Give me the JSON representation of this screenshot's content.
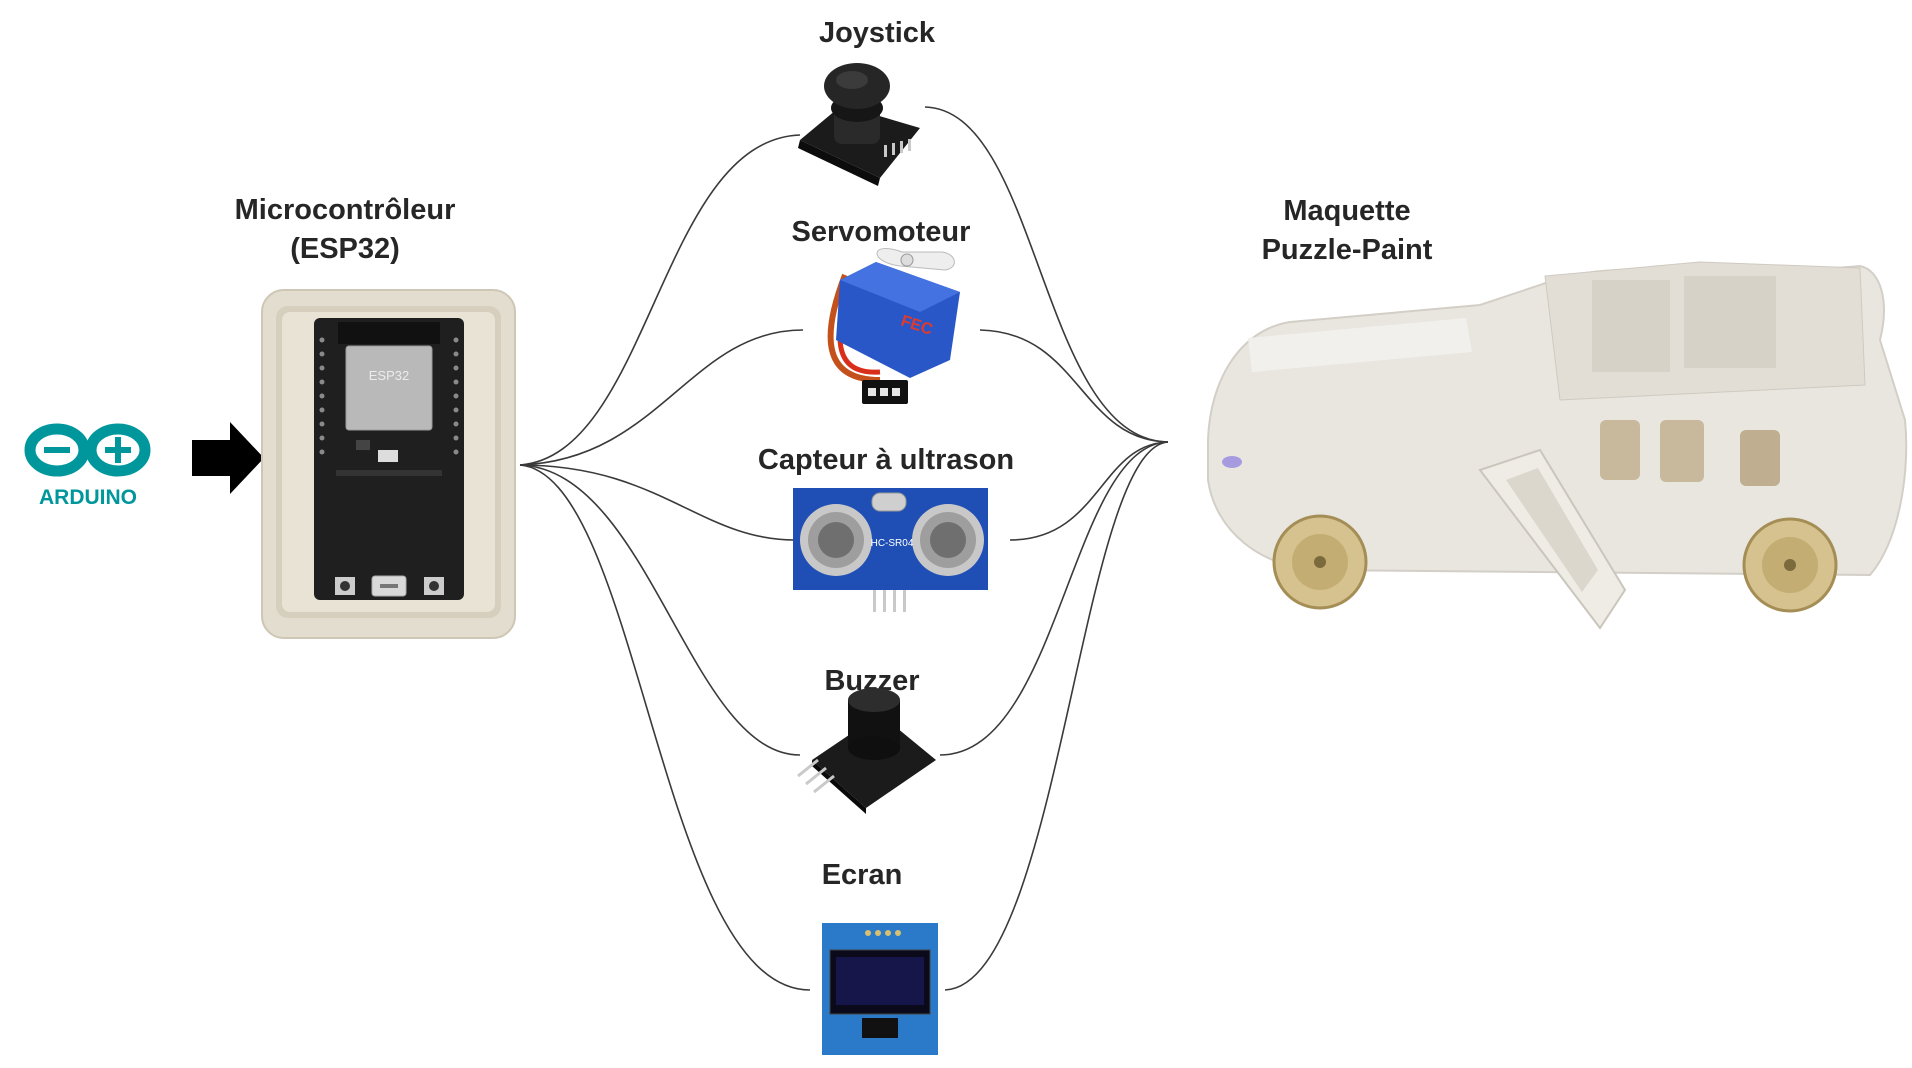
{
  "logo": {
    "brand": "ARDUINO",
    "color": "#00979C"
  },
  "arrow": {
    "icon": "arrow-right-icon"
  },
  "microcontroller": {
    "title_line1": "Microcontrôleur",
    "title_line2": "(ESP32)",
    "chip_label": "ESP32"
  },
  "components": [
    {
      "label": "Joystick",
      "icon": "joystick-icon"
    },
    {
      "label": "Servomoteur",
      "icon": "servo-icon",
      "brand_text": "FEC"
    },
    {
      "label": "Capteur à ultrason",
      "icon": "ultrasonic-sensor-icon",
      "model_text": "HC-SR04"
    },
    {
      "label": "Buzzer",
      "icon": "buzzer-icon"
    },
    {
      "label": "Ecran",
      "icon": "oled-screen-icon"
    }
  ],
  "model": {
    "title_line1": "Maquette",
    "title_line2": "Puzzle-Paint",
    "icon": "car-model-icon"
  }
}
